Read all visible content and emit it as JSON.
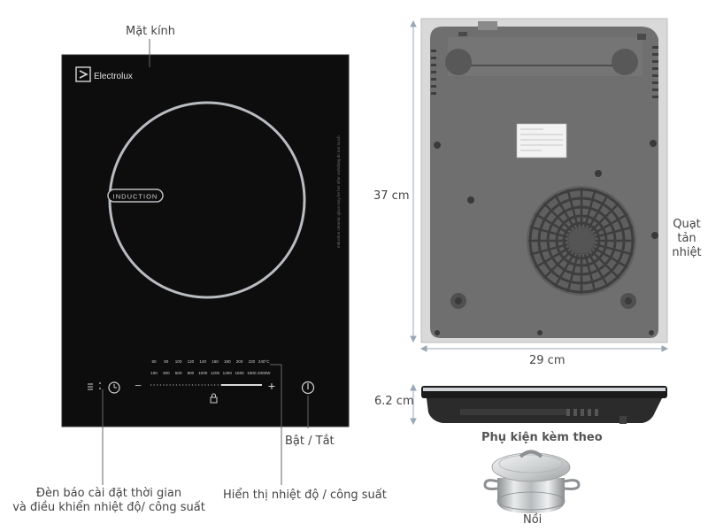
{
  "cooktop": {
    "brand": "Electrolux",
    "ring_label": "INDUCTION",
    "side_note": "Induction ceramic glass may be hot after switching do not touch",
    "temp_scale": [
      "60",
      "80",
      "100",
      "120",
      "140",
      "160",
      "180",
      "200",
      "220",
      "240°C"
    ],
    "power_scale": [
      "100",
      "300",
      "500",
      "800",
      "1000",
      "1200",
      "1400",
      "1600",
      "1800",
      "2000W"
    ],
    "minus": "−",
    "plus": "+"
  },
  "labels": {
    "glass": "Mặt kính",
    "power": "Bật / Tắt",
    "timer": "Đèn báo cài đặt thời gian\nvà điều khiển nhiệt độ/ công suất",
    "display": "Hiển thị nhiệt độ / công suất",
    "fan": "Quạt\ntản\nnhiệt",
    "height": "37 cm",
    "width": "29 cm",
    "thickness": "6.2 cm",
    "accessory_title": "Phụ kiện kèm theo",
    "pot": "Nồi"
  },
  "colors": {
    "glass_panel": "#0d0d0d",
    "ring": "#b9bcc0",
    "base_body": "#6f6f6f",
    "leader_line": "#666666"
  }
}
